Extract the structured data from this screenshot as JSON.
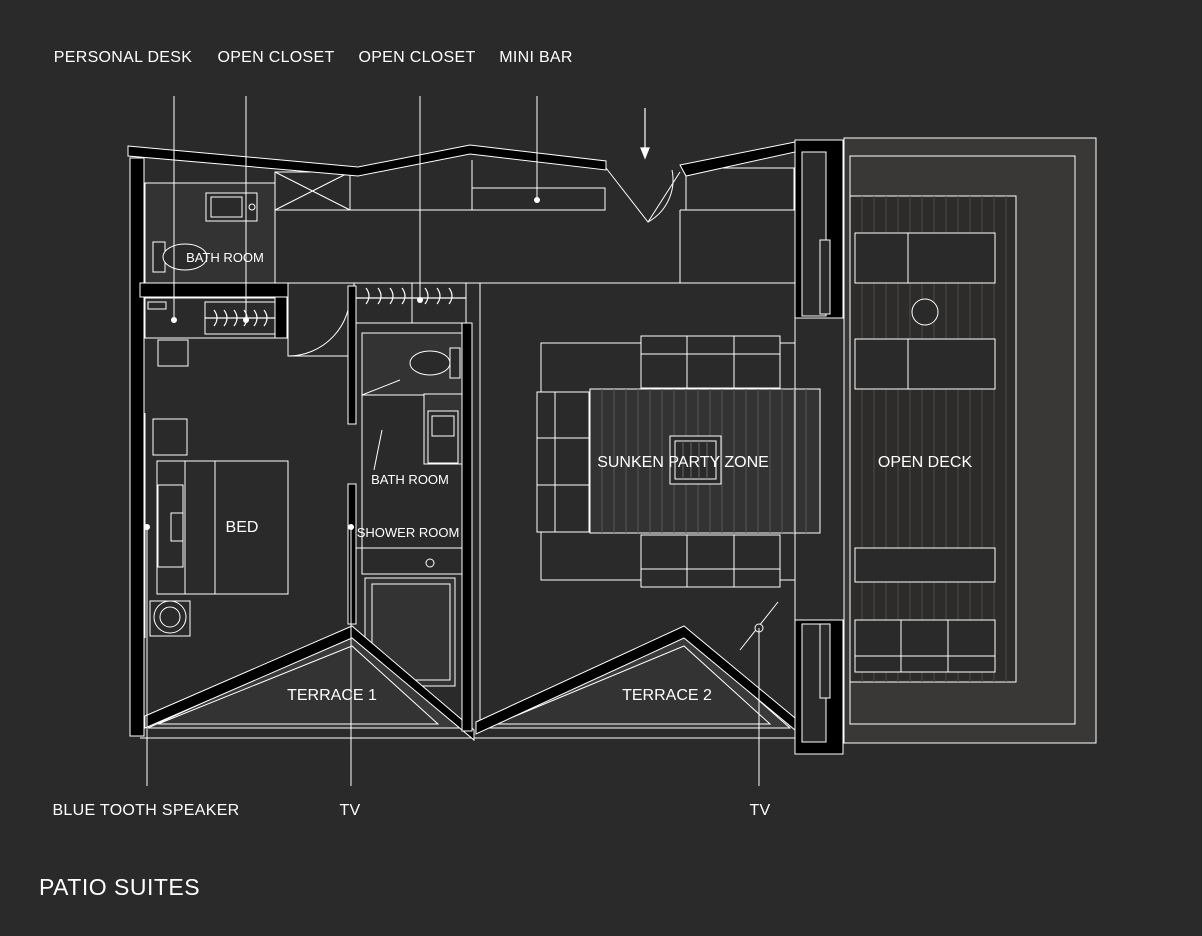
{
  "plan": {
    "title": "PATIO SUITES",
    "callouts_top": [
      "PERSONAL DESK",
      "OPEN CLOSET",
      "OPEN CLOSET",
      "MINI BAR"
    ],
    "callouts_bottom": [
      "BLUE TOOTH SPEAKER",
      "TV",
      "TV"
    ],
    "rooms": {
      "bath_room_1": "BATH ROOM",
      "bed": "BED",
      "bath_room_2": "BATH ROOM",
      "shower_room": "SHOWER ROOM",
      "sunken_party_zone": "SUNKEN PARTY ZONE",
      "open_deck": "OPEN DECK",
      "terrace_1": "TERRACE 1",
      "terrace_2": "TERRACE 2"
    }
  },
  "colors": {
    "background": "#2a2a2a",
    "line": "#ffffff",
    "wall": "#000000",
    "terrace_fill": "#3a3a3a",
    "deck_fill": "#3a3836"
  }
}
